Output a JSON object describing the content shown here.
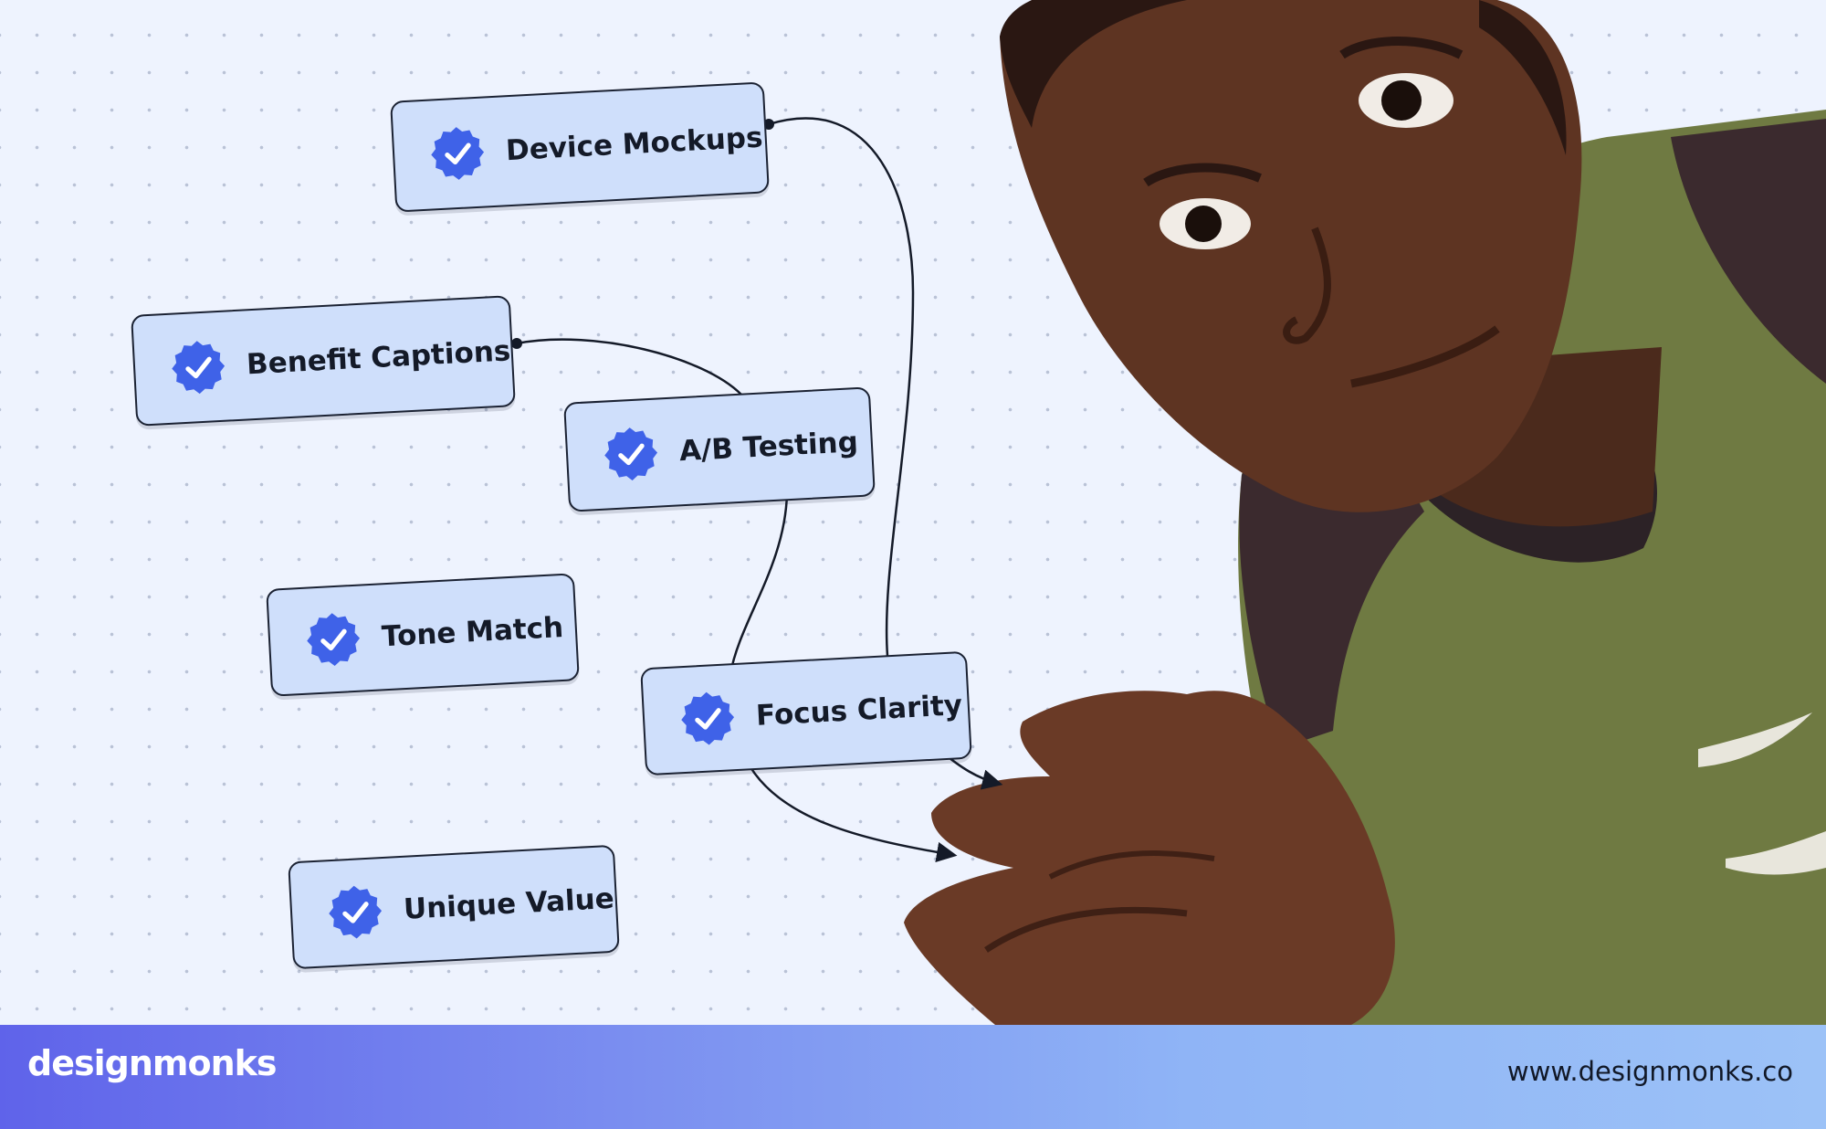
{
  "tags": [
    {
      "label": "Device Mockups"
    },
    {
      "label": "Benefit Captions"
    },
    {
      "label": "A/B Testing"
    },
    {
      "label": "Tone Match"
    },
    {
      "label": "Focus Clarity"
    },
    {
      "label": "Unique Value"
    }
  ],
  "footer": {
    "brand": "designmonks",
    "url": "www.designmonks.co"
  },
  "colors": {
    "background": "#eef3fe",
    "pill_fill": "#cfdffb",
    "badge": "#3f62e8",
    "footer_start": "#5f63ea",
    "footer_end": "#9cc2f7"
  }
}
